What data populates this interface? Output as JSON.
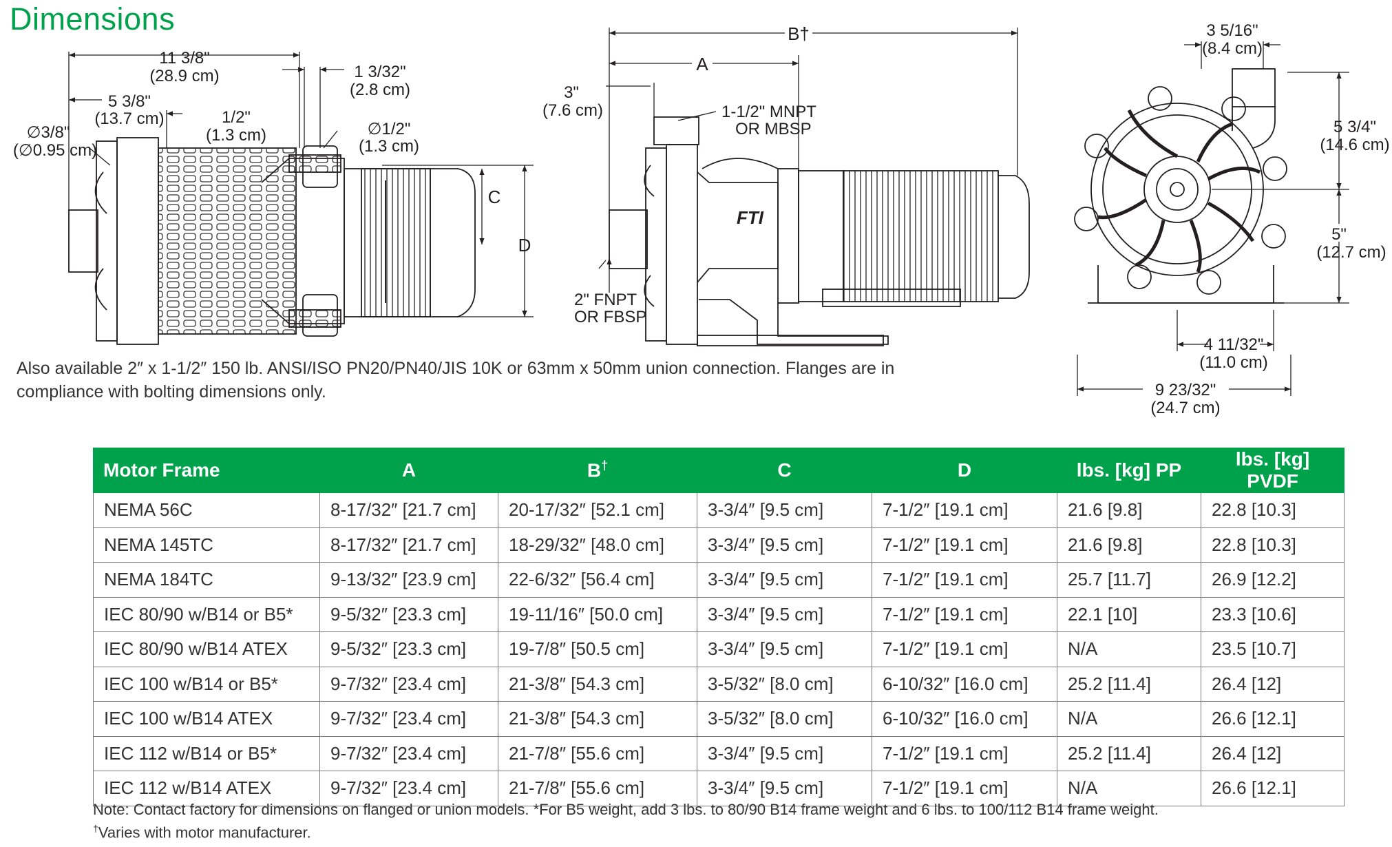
{
  "title": "Dimensions",
  "availability_text": "Also available 2″ x 1-1/2″ 150 lb. ANSI/ISO PN20/PN40/JIS 10K or 63mm x 50mm union connection. Flanges are in compliance with bolting dimensions only.",
  "drawing_labels": {
    "top_overall": "11 3/8\"",
    "top_overall_cm": "(28.9 cm)",
    "top_a": "5 3/8\"",
    "top_a_cm": "(13.7 cm)",
    "top_b": "1/2\"",
    "top_b_cm": "(1.3 cm)",
    "top_c": "1 3/32\"",
    "top_c_cm": "(2.8 cm)",
    "top_hole": "∅3/8\"",
    "top_hole_cm": "(∅0.95 cm)",
    "top_slot": "∅1/2\"",
    "top_slot_cm": "(1.3 cm)",
    "dim_c": "C",
    "dim_d": "D",
    "side_b": "B†",
    "side_a": "A",
    "side_3in": "3\"",
    "side_3in_cm": "(7.6 cm)",
    "side_mnpt": "1-1/2\" MNPT",
    "side_mbsp": "OR MBSP",
    "side_fnpt": "2\" FNPT",
    "side_fbsp": "OR FBSP",
    "logo": "FTI",
    "front_top": "3 5/16\"",
    "front_top_cm": "(8.4 cm)",
    "front_right1": "5 3/4\"",
    "front_right1_cm": "(14.6 cm)",
    "front_right2": "5\"",
    "front_right2_cm": "(12.7 cm)",
    "front_b1": "4 11/32\"",
    "front_b1_cm": "(11.0 cm)",
    "front_b2": "9 23/32\"",
    "front_b2_cm": "(24.7 cm)"
  },
  "table": {
    "headers": [
      "Motor Frame",
      "A",
      "B",
      "C",
      "D",
      "lbs. [kg] PP",
      "lbs. [kg] PVDF"
    ],
    "b_dagger": "†",
    "rows": [
      [
        "NEMA 56C",
        "8-17/32″ [21.7 cm]",
        "20-17/32″ [52.1 cm]",
        "3-3/4″ [9.5 cm]",
        "7-1/2″ [19.1 cm]",
        "21.6 [9.8]",
        "22.8 [10.3]"
      ],
      [
        "NEMA 145TC",
        "8-17/32″ [21.7 cm]",
        "18-29/32″ [48.0 cm]",
        "3-3/4″ [9.5 cm]",
        "7-1/2″ [19.1 cm]",
        "21.6 [9.8]",
        "22.8 [10.3]"
      ],
      [
        "NEMA 184TC",
        "9-13/32″ [23.9 cm]",
        "22-6/32″ [56.4 cm]",
        "3-3/4″ [9.5 cm]",
        "7-1/2″ [19.1 cm]",
        "25.7 [11.7]",
        "26.9 [12.2]"
      ],
      [
        "IEC 80/90 w/B14 or B5*",
        "9-5/32″ [23.3 cm]",
        "19-11/16″ [50.0 cm]",
        "3-3/4″ [9.5 cm]",
        "7-1/2″ [19.1 cm]",
        "22.1 [10]",
        "23.3 [10.6]"
      ],
      [
        "IEC 80/90 w/B14 ATEX",
        "9-5/32″ [23.3 cm]",
        "19-7/8″ [50.5 cm]",
        "3-3/4″ [9.5 cm]",
        "7-1/2″ [19.1 cm]",
        "N/A",
        "23.5 [10.7]"
      ],
      [
        "IEC 100 w/B14 or B5*",
        "9-7/32″ [23.4 cm]",
        "21-3/8″ [54.3 cm]",
        "3-5/32″ [8.0 cm]",
        "6-10/32″ [16.0 cm]",
        "25.2 [11.4]",
        "26.4 [12]"
      ],
      [
        "IEC 100 w/B14 ATEX",
        "9-7/32″ [23.4 cm]",
        "21-3/8″ [54.3 cm]",
        "3-5/32″ [8.0 cm]",
        "6-10/32″ [16.0 cm]",
        "N/A",
        "26.6 [12.1]"
      ],
      [
        "IEC 112 w/B14 or B5*",
        "9-7/32″ [23.4 cm]",
        "21-7/8″ [55.6 cm]",
        "3-3/4″ [9.5 cm]",
        "7-1/2″ [19.1 cm]",
        "25.2 [11.4]",
        "26.4 [12]"
      ],
      [
        "IEC 112 w/B14 ATEX",
        "9-7/32″ [23.4 cm]",
        "21-7/8″ [55.6 cm]",
        "3-3/4″ [9.5 cm]",
        "7-1/2″ [19.1 cm]",
        "N/A",
        "26.6 [12.1]"
      ]
    ]
  },
  "note": "Note: Contact factory for dimensions on flanged or union models. *For B5 weight, add 3 lbs. to 80/90 B14 frame weight and 6 lbs. to 100/112 B14 frame weight.",
  "footnote_mark": "†",
  "footnote": "Varies with motor manufacturer."
}
